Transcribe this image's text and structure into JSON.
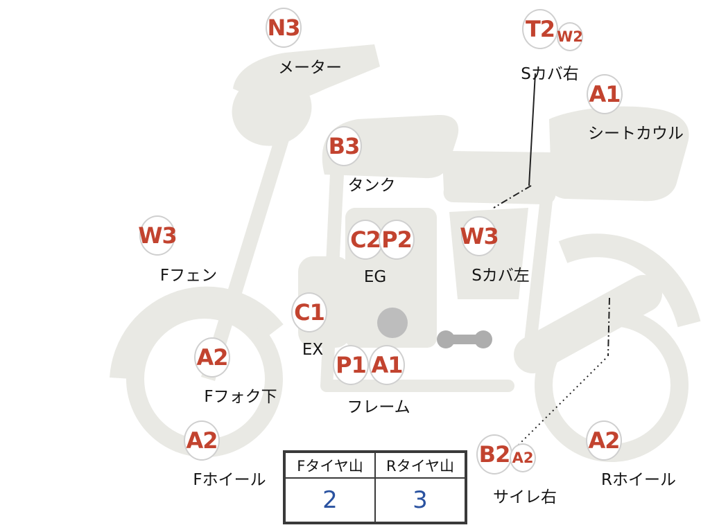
{
  "diagram_title": "motorcycle-condition-grades",
  "colors": {
    "grade_code": "#c2432f",
    "tire_value": "#2a52a0",
    "body_fill": "#e9e9e4",
    "marker_border": "#cfcfcf",
    "table_border": "#3a3a3a"
  },
  "markers": [
    {
      "code": "N3",
      "label": "メーター"
    },
    {
      "code": "T2",
      "sub_code": "W2",
      "label": "Sカバ右"
    },
    {
      "code": "A1",
      "label": "シートカウル"
    },
    {
      "code": "B3",
      "label": "タンク"
    },
    {
      "code": "W3",
      "label": "Fフェン"
    },
    {
      "code": "C2",
      "code2": "P2",
      "label": "EG"
    },
    {
      "code": "W3",
      "label": "Sカバ左"
    },
    {
      "code": "C1",
      "label": "EX"
    },
    {
      "code": "A2",
      "label": "Fフォク下"
    },
    {
      "code": "P1",
      "code2": "A1",
      "label": "フレーム"
    },
    {
      "code": "A2",
      "label": "Fホイール"
    },
    {
      "code": "B2",
      "sub_code": "A2",
      "label": "サイレ右"
    },
    {
      "code": "A2",
      "label": "Rホイール"
    }
  ],
  "tire_table": {
    "headers": [
      "Fタイヤ山",
      "Rタイヤ山"
    ],
    "values": [
      "2",
      "3"
    ]
  }
}
